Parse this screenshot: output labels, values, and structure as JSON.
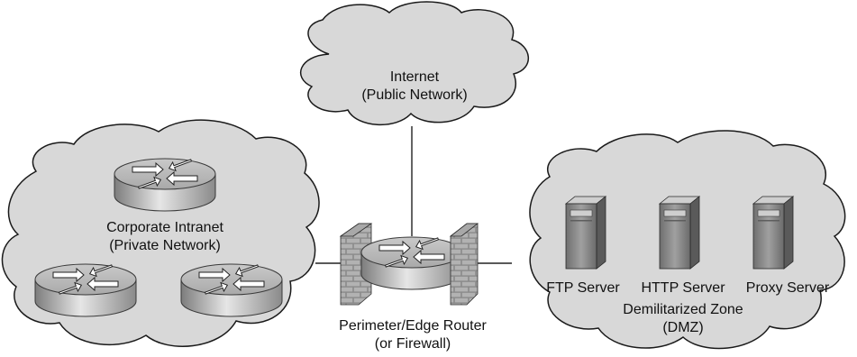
{
  "internet": {
    "line1": "Internet",
    "line2": "(Public Network)"
  },
  "intranet": {
    "line1": "Corporate Intranet",
    "line2": "(Private Network)"
  },
  "router": {
    "line1": "Perimeter/Edge Router",
    "line2": "(or Firewall)"
  },
  "dmz": {
    "servers": [
      "FTP Server",
      "HTTP Server",
      "Proxy Server"
    ],
    "line1": "Demilitarized Zone",
    "line2": "(DMZ)"
  },
  "colors": {
    "cloud": "#d8d8d8",
    "cloud_stroke": "#1a1a1a",
    "link": "#222222",
    "brick": "#8a8a8a"
  },
  "icons": [
    "cloud-icon",
    "router-icon",
    "firewall-icon",
    "server-icon"
  ]
}
